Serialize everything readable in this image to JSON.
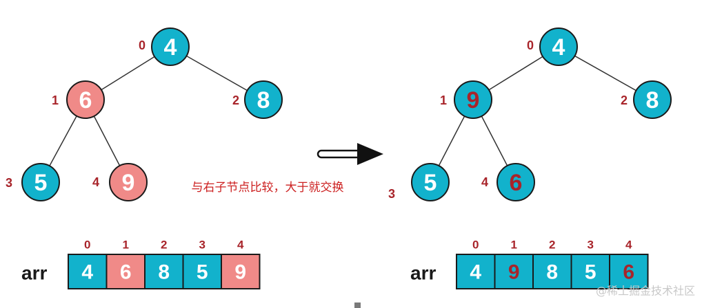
{
  "colors": {
    "teal": "#12b2cc",
    "pink": "#f08a88",
    "white_text": "#ffffff",
    "red_text": "#a8242a",
    "index_red": "#a8242a",
    "dark": "#1a1a1a",
    "watermark": "#c8c8c8"
  },
  "caption": "与右子节点比较，大于就交换",
  "watermark": "@稀土掘金技术社区",
  "before": {
    "nodes": [
      {
        "index": "0",
        "value": "4",
        "fill": "teal",
        "text": "white_text"
      },
      {
        "index": "1",
        "value": "6",
        "fill": "pink",
        "text": "white_text"
      },
      {
        "index": "2",
        "value": "8",
        "fill": "teal",
        "text": "white_text"
      },
      {
        "index": "3",
        "value": "5",
        "fill": "teal",
        "text": "white_text"
      },
      {
        "index": "4",
        "value": "9",
        "fill": "pink",
        "text": "white_text"
      }
    ],
    "array": {
      "label": "arr",
      "cells": [
        {
          "index": "0",
          "value": "4",
          "fill": "teal",
          "text": "white_text"
        },
        {
          "index": "1",
          "value": "6",
          "fill": "pink",
          "text": "white_text"
        },
        {
          "index": "2",
          "value": "8",
          "fill": "teal",
          "text": "white_text"
        },
        {
          "index": "3",
          "value": "5",
          "fill": "teal",
          "text": "white_text"
        },
        {
          "index": "4",
          "value": "9",
          "fill": "pink",
          "text": "white_text"
        }
      ]
    }
  },
  "after": {
    "nodes": [
      {
        "index": "0",
        "value": "4",
        "fill": "teal",
        "text": "white_text"
      },
      {
        "index": "1",
        "value": "9",
        "fill": "teal",
        "text": "red_text"
      },
      {
        "index": "2",
        "value": "8",
        "fill": "teal",
        "text": "white_text"
      },
      {
        "index": "3",
        "value": "5",
        "fill": "teal",
        "text": "white_text"
      },
      {
        "index": "4",
        "value": "6",
        "fill": "teal",
        "text": "red_text"
      }
    ],
    "array": {
      "label": "arr",
      "cells": [
        {
          "index": "0",
          "value": "4",
          "fill": "teal",
          "text": "white_text"
        },
        {
          "index": "1",
          "value": "9",
          "fill": "teal",
          "text": "red_text"
        },
        {
          "index": "2",
          "value": "8",
          "fill": "teal",
          "text": "white_text"
        },
        {
          "index": "3",
          "value": "5",
          "fill": "teal",
          "text": "white_text"
        },
        {
          "index": "4",
          "value": "6",
          "fill": "teal",
          "text": "red_text"
        }
      ]
    }
  }
}
